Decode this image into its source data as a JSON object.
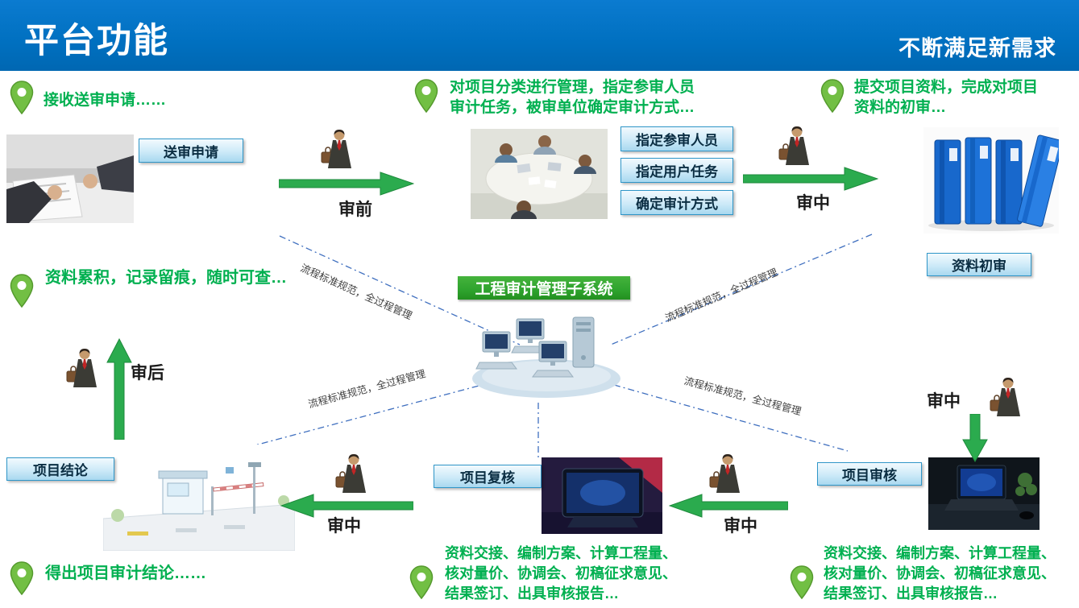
{
  "header": {
    "title": "平台功能",
    "subtitle": "不断满足新需求"
  },
  "center": {
    "system_label": "工程审计管理子系统"
  },
  "flow_note": "流程标准规范，全过程管理",
  "stages": {
    "pre": "审前",
    "mid": "审中",
    "post": "审后"
  },
  "notes": {
    "receive": "接收送审申请……",
    "manage_line1": "对项目分类进行管理，指定参审人员",
    "manage_line2": "审计任务，被审单位确定审计方式…",
    "submit_line1": "提交项目资料，完成对项目",
    "submit_line2": "资料的初审…",
    "archive": "资料累积，记录留痕，随时可查…",
    "conclusion": "得出项目审计结论……",
    "process_line1": "资料交接、编制方案、计算工程量、",
    "process_line2": "核对量价、协调会、初稿征求意见、",
    "process_line3": "结果签订、出具审核报告…"
  },
  "tags": {
    "application": "送审申请",
    "assign_reviewers": "指定参审人员",
    "assign_tasks": "指定用户任务",
    "confirm_method": "确定审计方式",
    "initial_review": "资料初审",
    "audit": "项目审核",
    "recheck": "项目复核",
    "conclusion": "项目结论"
  },
  "colors": {
    "header_blue": "#0070C0",
    "note_green": "#00B050",
    "arrow_green": "#2BAB4E",
    "pin_green": "#72BF44",
    "tag_fill": "#CDEAF8",
    "tag_border": "#2F96C8",
    "system_green": "#2EA32E",
    "connector_blue": "#3F6FBF"
  }
}
